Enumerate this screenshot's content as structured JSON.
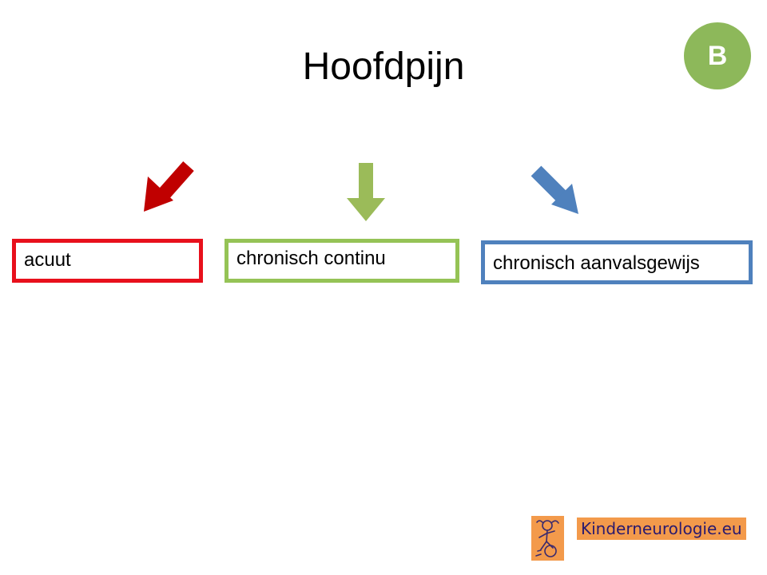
{
  "slide": {
    "title": "Hoofdpijn",
    "badge": "B"
  },
  "categories": [
    {
      "label": "acuut",
      "color": "#e8101c",
      "arrow_color": "#c00000"
    },
    {
      "label": "chronisch continu",
      "color": "#95c356",
      "arrow_color": "#9bbb59"
    },
    {
      "label": "chronisch aanvalsgewijs",
      "color": "#4f81bd",
      "arrow_color": "#4f81bd"
    }
  ],
  "logo": {
    "text": "Kinderneurologie.eu",
    "background": "#f39a4b",
    "icon": "child-figure-icon"
  }
}
